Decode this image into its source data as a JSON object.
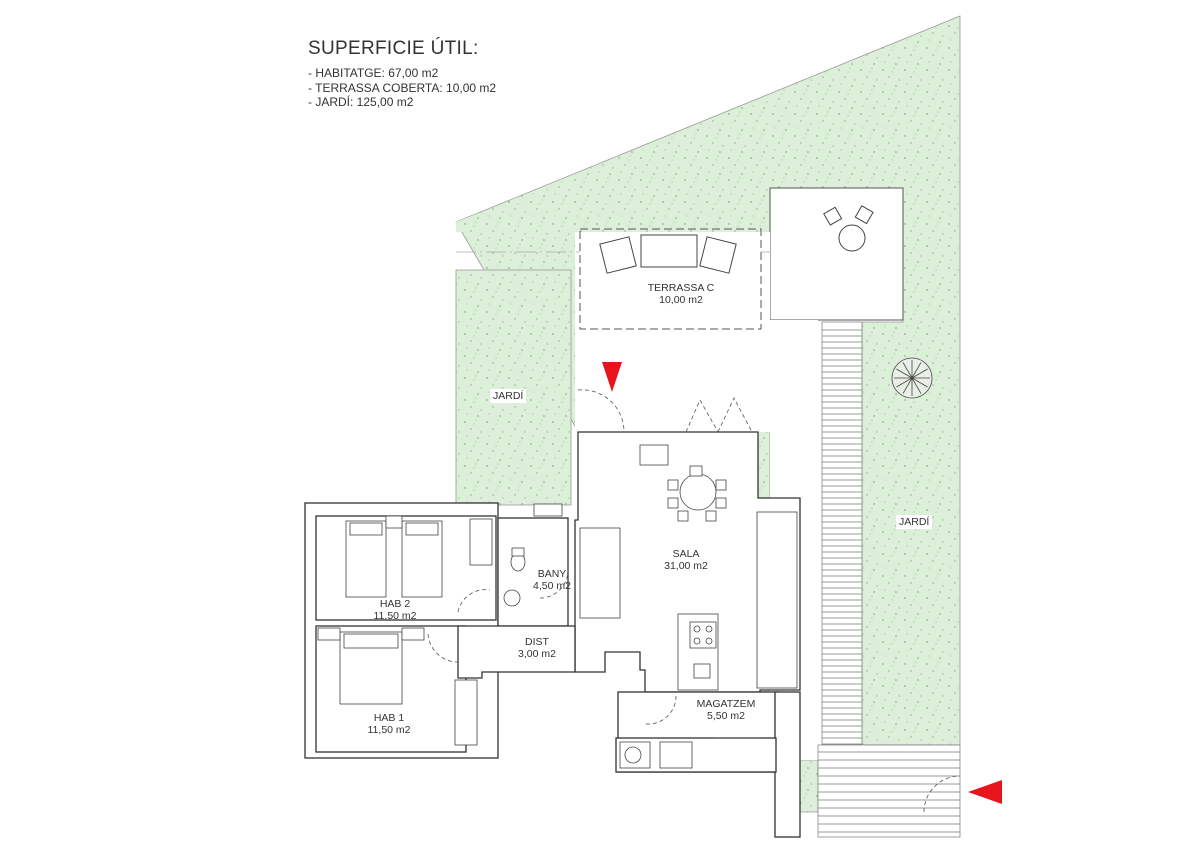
{
  "legend": {
    "title": "SUPERFICIE ÚTIL:",
    "lines": [
      "- HABITATGE: 67,00 m2",
      "- TERRASSA COBERTA: 10,00 m2",
      "- JARDÍ: 125,00 m2"
    ]
  },
  "rooms": {
    "terrassa": {
      "name": "TERRASSA C",
      "area": "10,00 m2"
    },
    "sala": {
      "name": "SALA",
      "area": "31,00 m2"
    },
    "bany": {
      "name": "BANY",
      "area": "4,50 m2"
    },
    "hab2": {
      "name": "HAB 2",
      "area": "11,50 m2"
    },
    "hab1": {
      "name": "HAB 1",
      "area": "11,50 m2"
    },
    "dist": {
      "name": "DIST",
      "area": "3,00 m2"
    },
    "magatzem": {
      "name": "MAGATZEM",
      "area": "5,50 m2"
    }
  },
  "garden_labels": {
    "left": "JARDÍ",
    "right": "JARDÍ"
  },
  "colors": {
    "garden": "#dcefd8",
    "garden_speckle": "#8fb98a",
    "walls": "#333333",
    "entrance_arrow": "#e8141c"
  },
  "icons": [
    "entrance-arrow-icon",
    "tree-icon",
    "table-icon",
    "sofa-icon",
    "bed-icon",
    "toilet-icon",
    "sink-icon",
    "cooktop-icon"
  ]
}
